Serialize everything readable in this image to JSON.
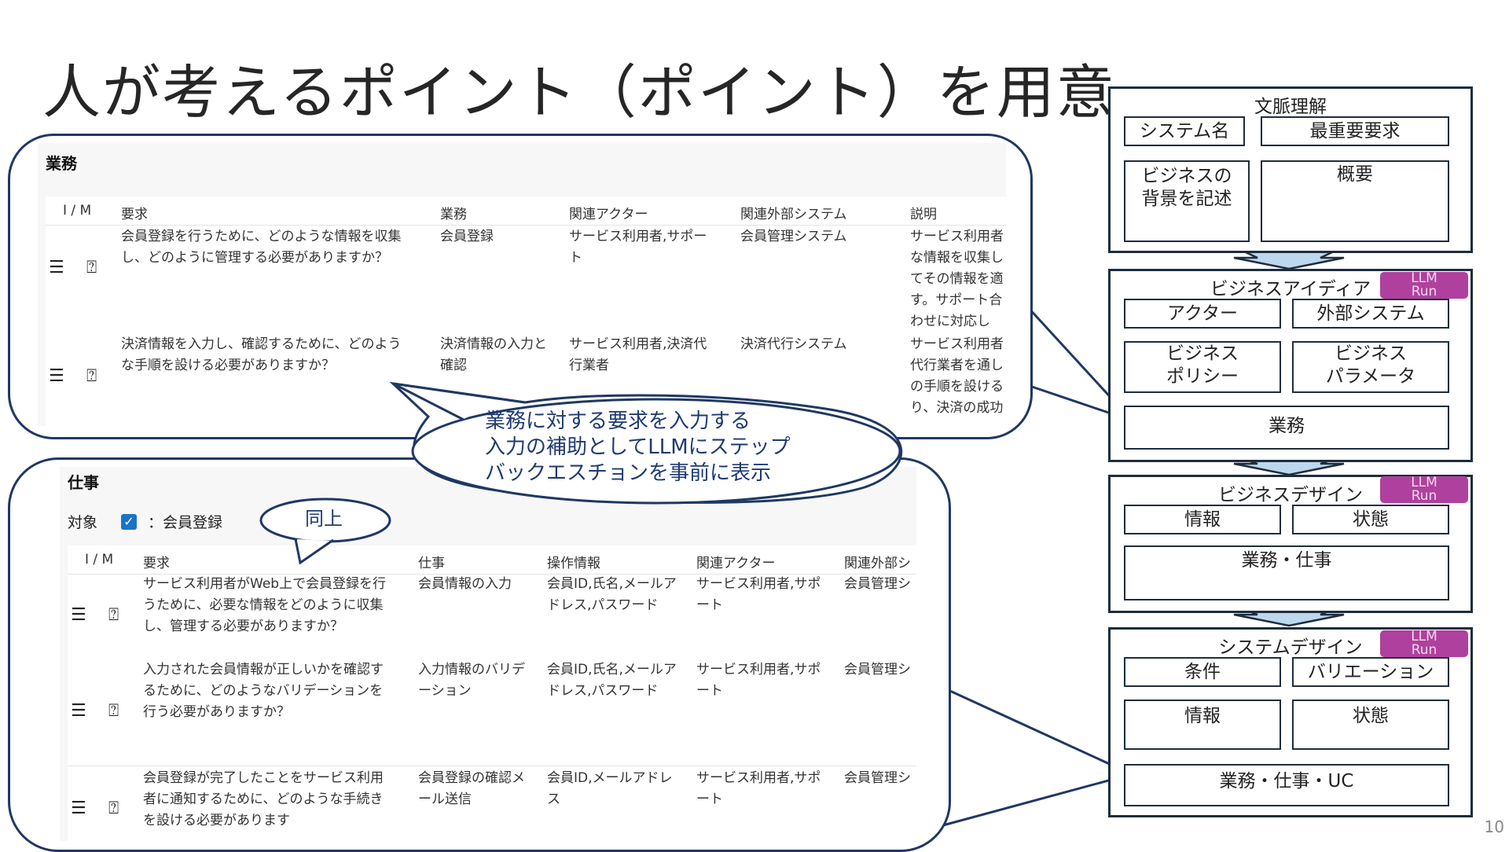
{
  "slide": {
    "title": "人が考えるポイント（ポイント）を用意",
    "page_number": "10"
  },
  "gyomu_panel": {
    "section_title": "業務",
    "columns": [
      "I / M",
      "要求",
      "業務",
      "関連アクター",
      "関連外部システム",
      "説明"
    ],
    "rows": [
      {
        "requirement": "会員登録を行うために、どのような情報を収集し、どのように管理する必要がありますか？",
        "business": "会員登録",
        "actor": "サービス利用者,サポート",
        "external": "会員管理システム",
        "description": "サービス利用者な情報を収集してその情報を適す。サポート合わせに対応し"
      },
      {
        "requirement": "決済情報を入力し、確認するために、どのような手順を設ける必要がありますか？",
        "business": "決済情報の入力と確認",
        "actor": "サービス利用者,決済代行業者",
        "external": "決済代行システム",
        "description": "サービス利用者代行業者を通しの手順を設けるり、決済の成功"
      }
    ]
  },
  "shigoto_panel": {
    "section_title": "仕事",
    "target_label": "対象",
    "target_value": "：会員登録",
    "columns": [
      "I / M",
      "要求",
      "仕事",
      "操作情報",
      "関連アクター",
      "関連外部シ"
    ],
    "rows": [
      {
        "requirement": "サービス利用者がWeb上で会員登録を行うために、必要な情報をどのように収集し、管理する必要がありますか？",
        "work": "会員情報の入力",
        "operation": "会員ID,氏名,メールアドレス,パスワード",
        "actor": "サービス利用者,サポート",
        "external": "会員管理シ"
      },
      {
        "requirement": "入力された会員情報が正しいかを確認するために、どのようなバリデーションを行う必要がありますか？",
        "work": "入力情報のバリデーション",
        "operation": "会員ID,氏名,メールアドレス,パスワード",
        "actor": "サービス利用者,サポート",
        "external": "会員管理シ"
      },
      {
        "requirement": "会員登録が完了したことをサービス利用者に通知するために、どのような手続きを設ける必要があります",
        "work": "会員登録の確認メール送信",
        "operation": "会員ID,メールアドレス",
        "actor": "サービス利用者,サポート",
        "external": "会員管理シ"
      }
    ]
  },
  "callouts": {
    "main_lines": [
      "業務に対する要求を入力する",
      "入力の補助としてLLMにステップ",
      "バックエスチョンを事前に表示"
    ],
    "same": "同上"
  },
  "flow": {
    "context": {
      "title": "文脈理解",
      "items": [
        "システム名",
        "最重要要求",
        "ビジネスの\n背景を記述",
        "概要"
      ]
    },
    "idea": {
      "title": "ビジネスアイディア",
      "items": [
        "アクター",
        "外部システム",
        "ビジネス\nポリシー",
        "ビジネス\nパラメータ",
        "業務"
      ]
    },
    "design": {
      "title": "ビジネスデザイン",
      "items": [
        "情報",
        "状態",
        "業務・仕事"
      ]
    },
    "system": {
      "title": "システムデザイン",
      "items": [
        "条件",
        "バリエーション",
        "情報",
        "状態",
        "業務・仕事・UC"
      ]
    },
    "llm_badge": "LLM\nRun"
  },
  "colors": {
    "frame": "#1f3864",
    "arrow": "#bdd7ee",
    "llm": "#b0409e",
    "checkbox": "#1a73c9"
  }
}
